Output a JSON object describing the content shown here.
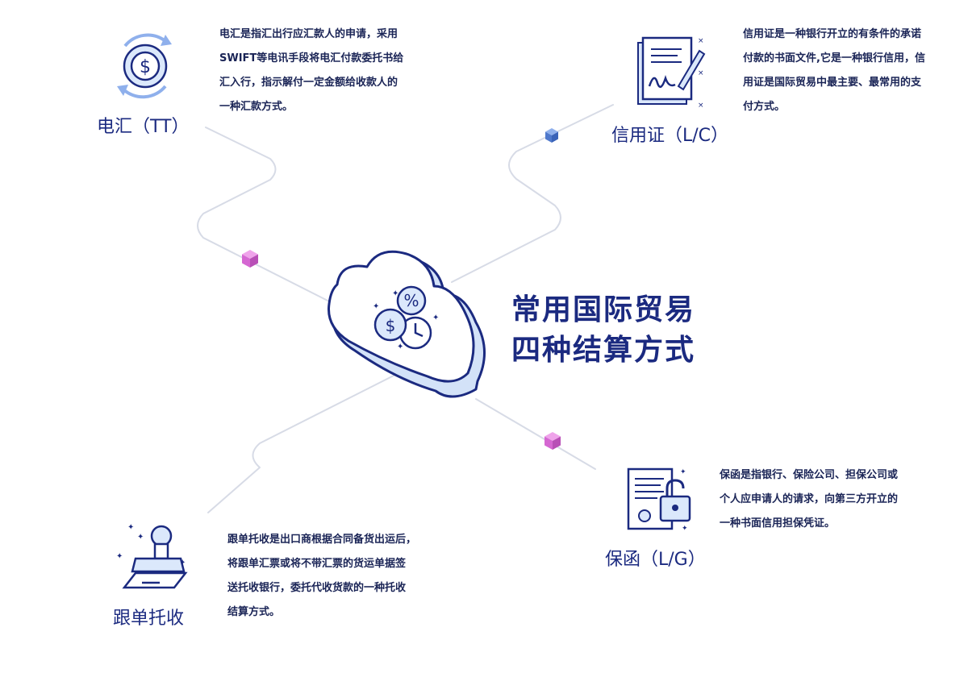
{
  "title": {
    "line1": "常用国际贸易",
    "line2": "四种结算方式"
  },
  "methods": [
    {
      "key": "tt",
      "label": "电汇（TT）",
      "icon": "dollar-cycle-icon",
      "lines": [
        "电汇是指汇出行应汇款人的申请，采用",
        "SWIFT等电讯手段将电汇付款委托书给",
        "汇入行，指示解付一定金额给收款人的",
        "一种汇款方式。"
      ]
    },
    {
      "key": "lc",
      "label": "信用证（L/C）",
      "icon": "contract-pen-icon",
      "lines": [
        "信用证是一种银行开立的有条件的承诺",
        "付款的书面文件,它是一种银行信用，信",
        "用证是国际贸易中最主要、最常用的支",
        "付方式。"
      ]
    },
    {
      "key": "lg",
      "label": "保函（L/G）",
      "icon": "document-lock-icon",
      "lines": [
        "保函是指银行、保险公司、担保公司或",
        "个人应申请人的请求，向第三方开立的",
        "一种书面信用担保凭证。"
      ]
    },
    {
      "key": "dc",
      "label": "跟单托收",
      "icon": "stamp-icon",
      "lines": [
        "跟单托收是出口商根据合同备货出运后，",
        "将跟单汇票或将不带汇票的货运单据签",
        "送托收银行，委托代收货款的一种托收",
        "结算方式。"
      ]
    }
  ],
  "colors": {
    "navy": "#1b2a80",
    "line": "#d7dbe6",
    "cube_blue": "#5b86d6",
    "cube_pink": "#d86ad6",
    "icon_light": "#dbe8fb"
  }
}
